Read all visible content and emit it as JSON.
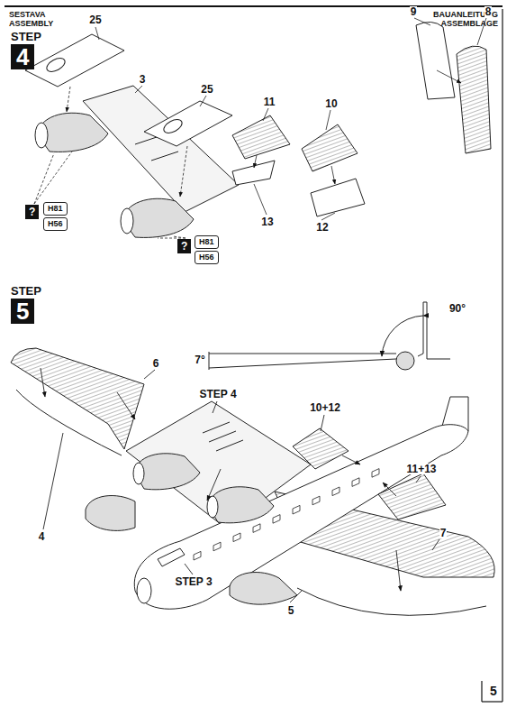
{
  "diagram": {
    "nodes": [
      {
        "text": [
          "STEP",
          "4"
        ]
      },
      {
        "text": [
          "?"
        ]
      },
      {
        "text": [
          "H81"
        ]
      },
      {
        "text": [
          "H56"
        ]
      },
      {
        "text": [
          "?"
        ]
      },
      {
        "text": [
          "H81"
        ]
      },
      {
        "text": [
          "H56"
        ]
      },
      {
        "text": [
          "STEP",
          "5"
        ]
      }
    ],
    "labels": [
      "SESTAVA ASSEMBLY",
      "BAUANLEITUNG ASSEMBLAGE",
      "25",
      "3",
      "25",
      "11",
      "10",
      "13",
      "12",
      "9",
      "8",
      "90°",
      "7°",
      "6",
      "STEP 4",
      "10+12",
      "11+13",
      "7",
      "4",
      "STEP 3",
      "5",
      "5"
    ]
  }
}
